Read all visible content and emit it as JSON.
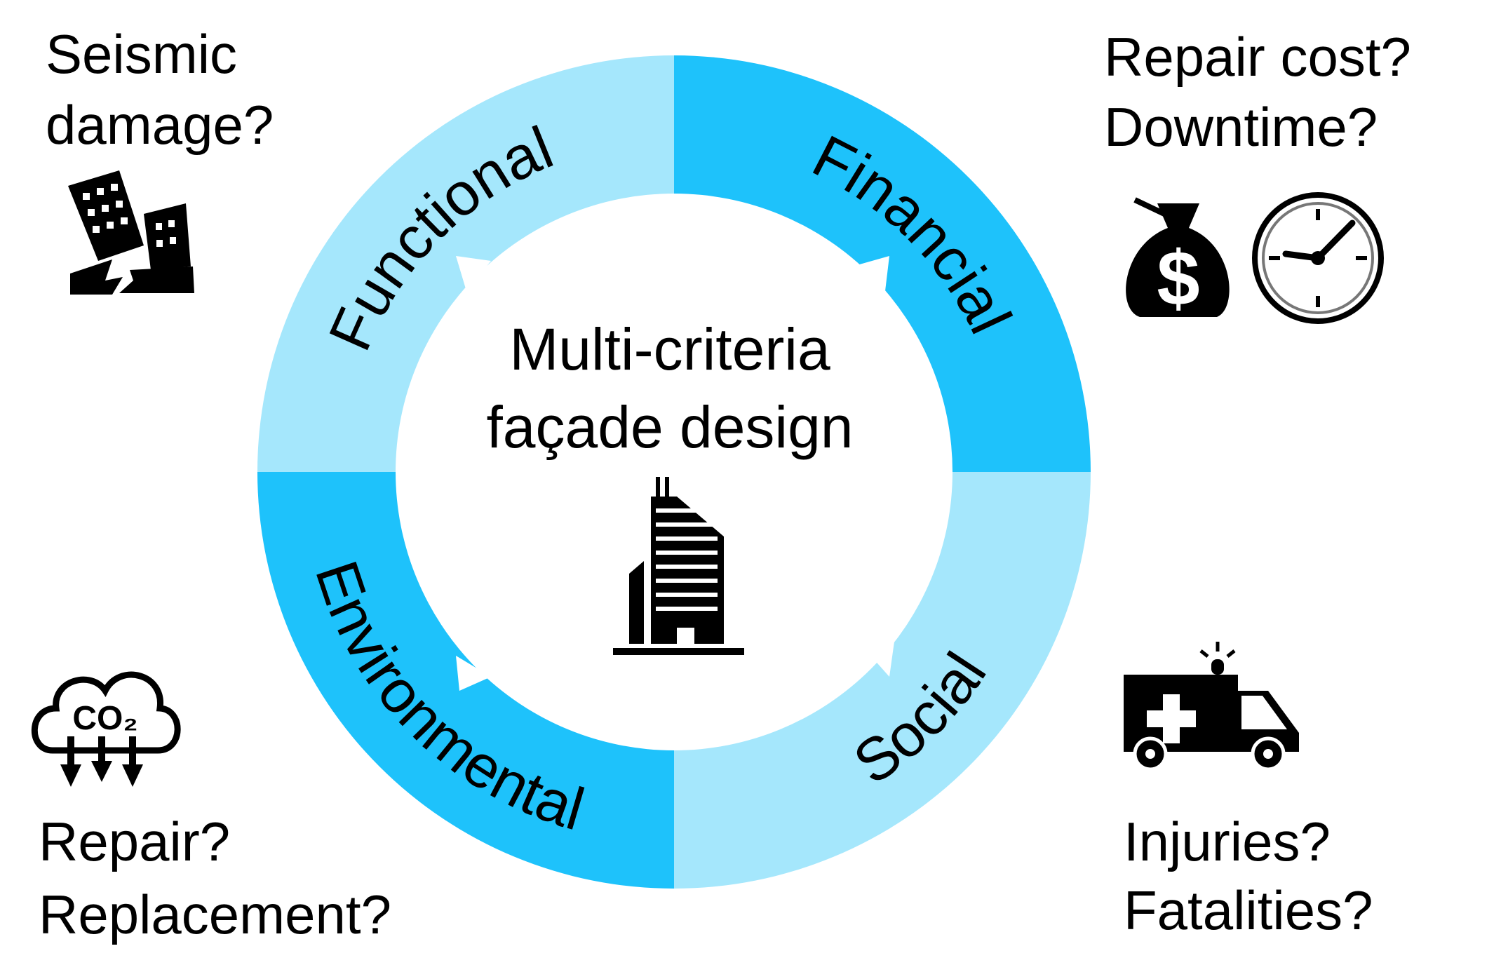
{
  "center": {
    "line1": "Multi-criteria",
    "line2": "façade design",
    "icon": "skyscraper-icon"
  },
  "segments": [
    {
      "label": "Functional",
      "color": "#a5e7fc"
    },
    {
      "label": "Financial",
      "color": "#1ec2fb"
    },
    {
      "label": "Social",
      "color": "#a5e7fc"
    },
    {
      "label": "Environmental",
      "color": "#1ec2fb"
    }
  ],
  "corners": {
    "top_left": {
      "lines": [
        "Seismic",
        "damage?"
      ],
      "icon": "collapsed-building-icon"
    },
    "top_right": {
      "lines": [
        "Repair cost?",
        "Downtime?"
      ],
      "icons": [
        "money-bag-icon",
        "clock-icon"
      ]
    },
    "bottom_right": {
      "lines": [
        "Injuries?",
        "Fatalities?"
      ],
      "icon": "ambulance-icon",
      "cross_label": "+"
    },
    "bottom_left": {
      "lines": [
        "Repair?",
        "Replacement?"
      ],
      "icon": "co2-cloud-icon",
      "co2_label": "CO₂"
    }
  },
  "money_symbol": "$"
}
